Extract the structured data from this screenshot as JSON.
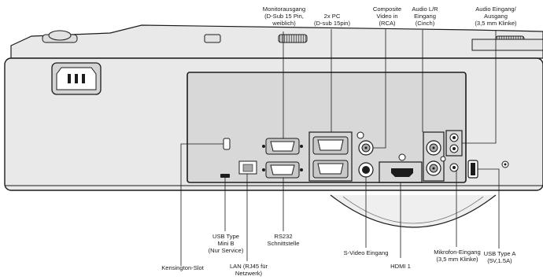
{
  "labels": {
    "monitor_out": "Monitorausgang\n(D-Sub 15 Pin,\nweiblich)",
    "pc_inputs": "2x PC\n(D-sub 15pin)",
    "composite": "Composite\nVideo in\n(RCA)",
    "audio_lr": "Audio L/R\nEingang\n(Cinch)",
    "audio_io": "Audio Eingang/\nAusgang\n(3,5 mm Klinke)",
    "usb_mini": "USB Type\nMini B\n(Nur Service)",
    "rs232": "RS232\nSchnittstelle",
    "svideo": "S-Video Eingang",
    "mic_in": "Mikrofon-Eingang\n(3,5 mm Klinke)",
    "usb_a": "USB Type A\n(5V,1.5A)",
    "kensington": "Kensington-Slot",
    "lan": "LAN (RJ45 für\nNetzwerk)",
    "hdmi": "HDMI 1"
  },
  "colors": {
    "body_fill": "#e9e9e9",
    "panel_fill": "#d8d8d8",
    "outline": "#1c1c1c",
    "callout_line": "#1a1a1a"
  },
  "icons": [
    "power-socket-icon",
    "vga-connector-icon",
    "serial-connector-icon",
    "rca-jack-icon",
    "hdmi-port-icon",
    "usb-a-port-icon",
    "rj45-port-icon",
    "audio-jack-icon"
  ]
}
